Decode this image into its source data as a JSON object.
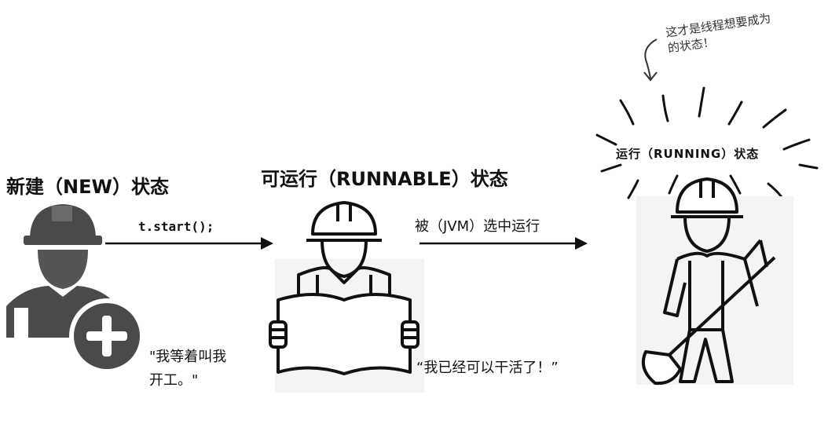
{
  "states": {
    "new": {
      "title": "新建（NEW）状态",
      "quote_line1": "\"我等着叫我",
      "quote_line2": "开工。\""
    },
    "runnable": {
      "title": "可运行（RUNNABLE）状态",
      "quote": "“我已经可以干活了！”"
    },
    "running": {
      "title": "运行（RUNNING）状态",
      "note_line1": "这才是线程想要成为",
      "note_line2": "的状态！"
    }
  },
  "transitions": {
    "start": "t.start();",
    "scheduled": "被（JVM）选中运行"
  },
  "colors": {
    "ink": "#111111",
    "gray": "#5a5a5a",
    "light_bg": "#f2f2f2"
  },
  "icons": [
    "worker-new-icon",
    "plus-circle-icon",
    "worker-blueprint-icon",
    "worker-shovel-icon",
    "arrow-right-icon",
    "curly-arrow-icon",
    "action-burst-icon"
  ]
}
